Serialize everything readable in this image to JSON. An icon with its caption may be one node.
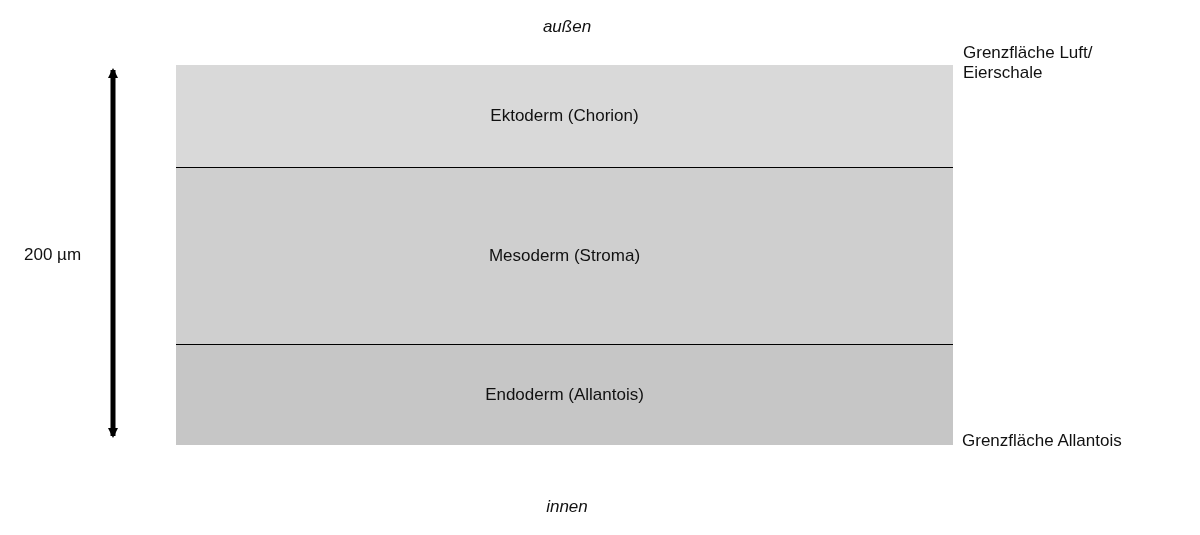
{
  "diagram": {
    "nodes": [
      {
        "text": [
          "Ektoderm (Chorion)"
        ]
      },
      {
        "text": [
          "Mesoderm (Stroma)"
        ]
      },
      {
        "text": [
          "Endoderm (Allantois)"
        ]
      }
    ],
    "labels": [
      "außen",
      "Grenzfläche Luft/ Eierschale",
      "200 µm",
      "Grenzfläche Allantois",
      "innen"
    ]
  }
}
